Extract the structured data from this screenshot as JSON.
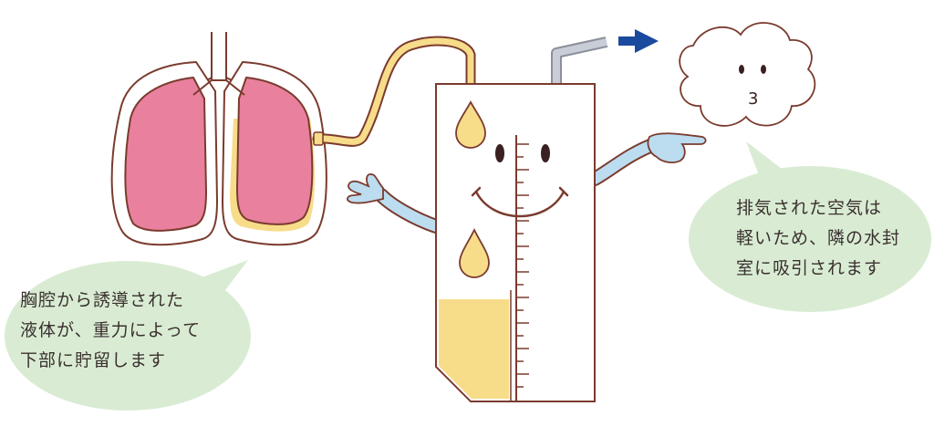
{
  "left_bubble": {
    "lines": [
      "胸腔から誘導された",
      "液体が、重力によって",
      "下部に貯留します"
    ]
  },
  "right_bubble": {
    "lines": [
      "排気された空気は",
      "軽いため、隣の水封",
      "室に吸引されます"
    ]
  },
  "air_cloud": {
    "label": "3"
  },
  "colors": {
    "lung_fill": "#e8809e",
    "fluid_yellow": "#f7dc8a",
    "outline_brown": "#7a3b2e",
    "bubble_green": "#d9ecd3",
    "hand_blue": "#bcdcf0",
    "arrow_blue": "#1a4a9e",
    "gray_tube": "#c8cdd8"
  }
}
